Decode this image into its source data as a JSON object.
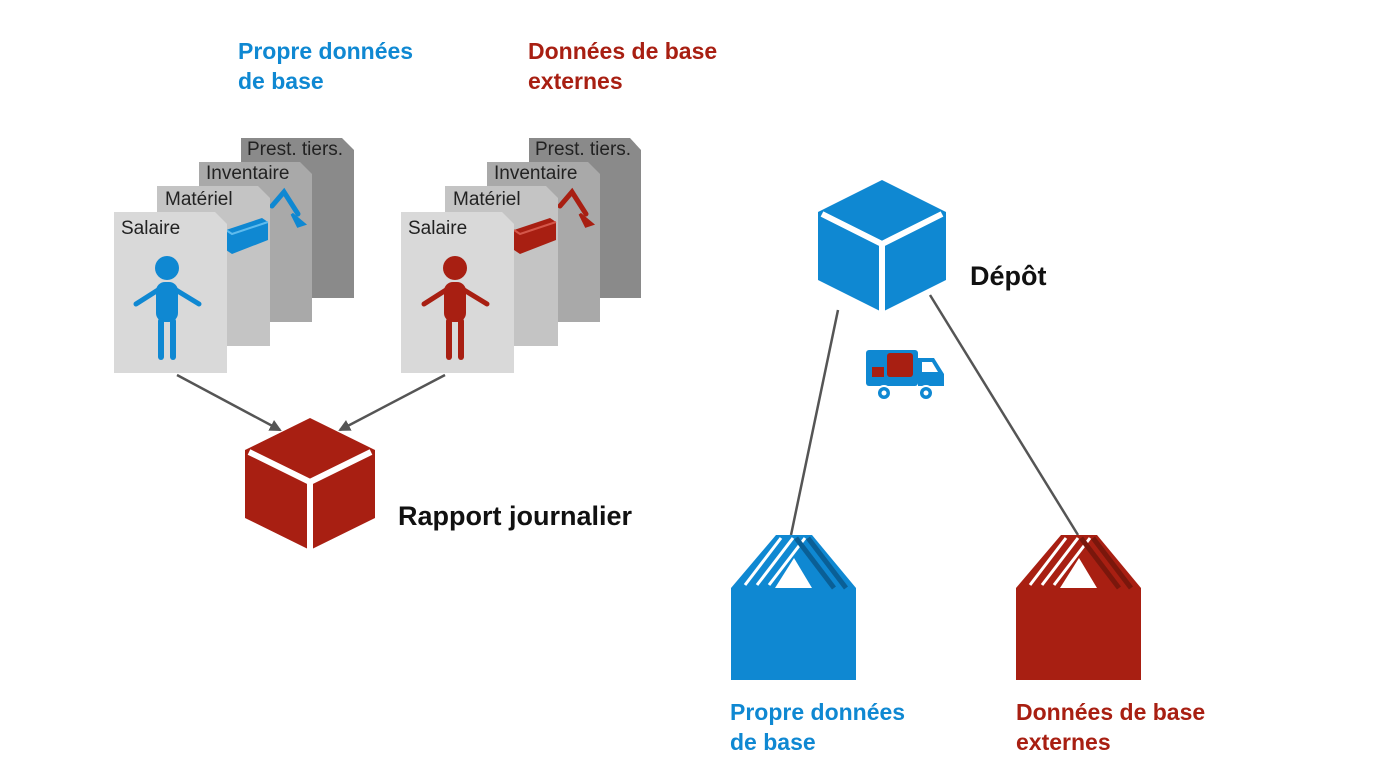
{
  "left_group": {
    "own_heading": [
      "Propre données",
      "de base"
    ],
    "external_heading": [
      "Données de base",
      "externes"
    ],
    "cards": {
      "prest": "Prest. tiers.",
      "inventaire": "Inventaire",
      "materiel": "Matériel",
      "salaire": "Salaire"
    },
    "rapport_label": "Rapport journalier"
  },
  "right_group": {
    "depot_label": "Dépôt",
    "own_label": [
      "Propre données",
      "de base"
    ],
    "external_label": [
      "Données de base",
      "externes"
    ]
  },
  "colors": {
    "blue": "#0f88d2",
    "red": "#a81f12",
    "dark_red": "#7a170c",
    "card_light": "#d9d9d9",
    "card_mid": "#c4c4c4",
    "card_darker": "#a9a9a9",
    "card_dark": "#8a8a8a"
  },
  "icons": [
    "person-icon",
    "brick-icon",
    "excavator-icon",
    "cube-icon",
    "truck-icon",
    "warehouse-icon"
  ]
}
